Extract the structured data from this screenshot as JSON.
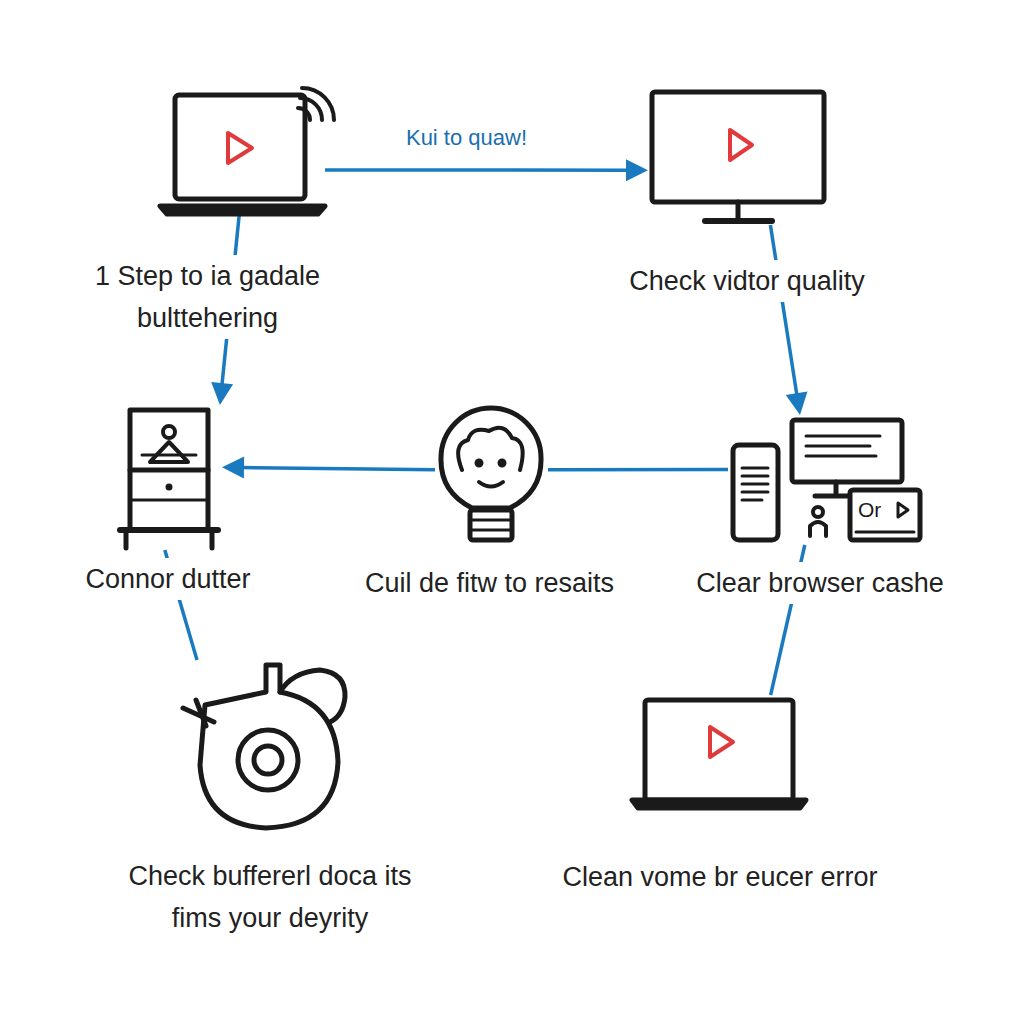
{
  "diagram": {
    "nodes": [
      {
        "text": [
          "1 Step to ia gadale bulttehering"
        ]
      },
      {
        "text": [
          "Check vidtor quality"
        ]
      },
      {
        "text": [
          "Connor dutter"
        ]
      },
      {
        "text": [
          "Cuil de fitw to resaits"
        ]
      },
      {
        "text": [
          "Clear browser cashe"
        ]
      },
      {
        "text": [
          "Check buffererl doca its fims your deyrity"
        ]
      },
      {
        "text": [
          "Clean vome br eucer error"
        ]
      }
    ],
    "edges": [
      {
        "from": 0,
        "to": 1,
        "arrow": "to",
        "label": "Kui to quaw!"
      },
      {
        "from": 1,
        "to": 4,
        "arrow": "to"
      },
      {
        "from": 0,
        "to": 2,
        "arrow": "to"
      },
      {
        "from": 4,
        "to": 3,
        "arrow": "none"
      },
      {
        "from": 3,
        "to": 2,
        "arrow": "to"
      },
      {
        "from": 2,
        "to": 5,
        "arrow": "none"
      },
      {
        "from": 4,
        "to": 6,
        "arrow": "none"
      }
    ],
    "labels": [
      "Or"
    ]
  }
}
